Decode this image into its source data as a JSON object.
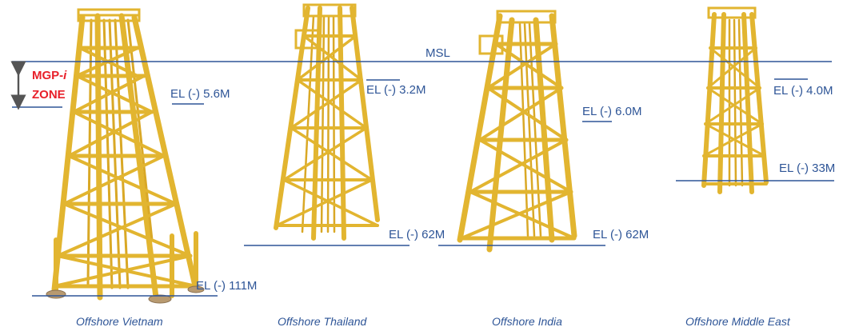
{
  "msl_label": "MSL",
  "mgp_zone": {
    "line1_prefix": "MGP-",
    "line1_italic": "i",
    "line2": "ZONE"
  },
  "structures": [
    {
      "caption": "Offshore Vietnam",
      "top_level": "EL (-) 5.6M",
      "bottom_level": "EL (-) 111M"
    },
    {
      "caption": "Offshore Thailand",
      "top_level": "EL (-) 3.2M",
      "bottom_level": "EL (-) 62M"
    },
    {
      "caption": "Offshore India",
      "top_level": "EL (-) 6.0M",
      "bottom_level": "EL (-) 62M"
    },
    {
      "caption": "Offshore Middle East",
      "top_level": "EL (-) 4.0M",
      "bottom_level": "EL (-) 33M"
    }
  ],
  "colors": {
    "line": "#2e5597",
    "label": "#2e5597",
    "zone": "#e8202a",
    "steel": "#e2b530",
    "steel_dark": "#9c7414",
    "arrow": "#555555"
  }
}
